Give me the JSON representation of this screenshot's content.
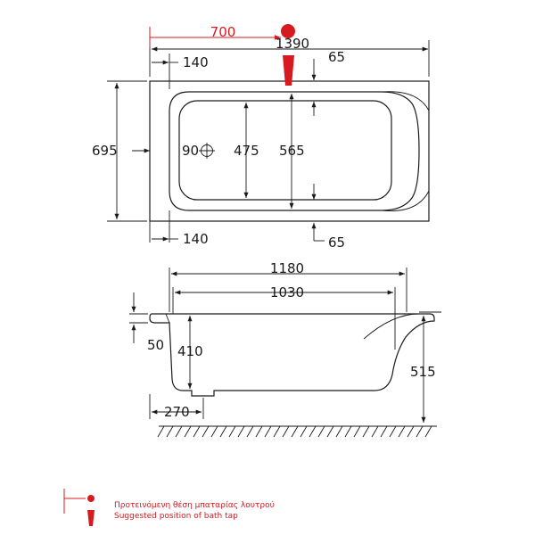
{
  "top_view": {
    "tap_offset": "700",
    "overall_length": "1390",
    "rim_top_left": "140",
    "rim_top_right": "65",
    "overall_width": "695",
    "drain_diameter": "90",
    "inner_width_bottom": "475",
    "inner_width_top": "565",
    "rim_bottom_left": "140",
    "rim_bottom_right": "65"
  },
  "side_view": {
    "inner_length_top": "1180",
    "inner_length_bottom": "1030",
    "rim_height": "50",
    "inner_depth": "410",
    "total_height": "515",
    "drain_offset": "270"
  },
  "legend": {
    "text_greek": "Προτεινόμενη θέση μπαταρίας λουτρού",
    "text_english": "Suggested position of bath tap"
  },
  "colors": {
    "accent": "#d71920",
    "line": "#1a1a1a"
  }
}
